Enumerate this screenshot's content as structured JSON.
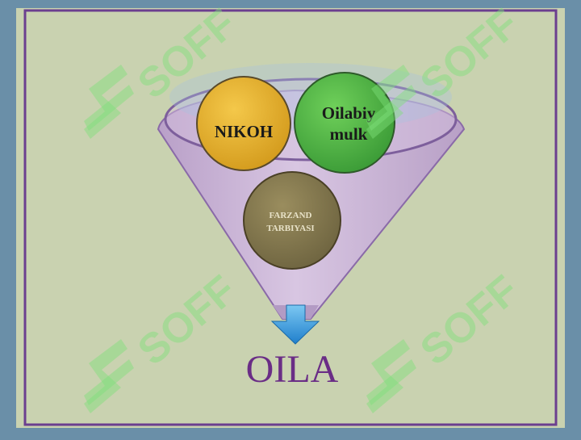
{
  "diagram": {
    "circles": [
      {
        "label_lines": [
          "NIKOH"
        ]
      },
      {
        "label_lines": [
          "Oilabiy",
          "mulk"
        ]
      },
      {
        "label_lines": [
          "FARZAND",
          "TARBIYASI"
        ]
      }
    ],
    "result_label": "OILA"
  },
  "watermark": {
    "text": "SOFF"
  },
  "colors": {
    "frame_outer": "#6a8fa8",
    "slide_background": "#c9d2b0",
    "border": "#6b3f8f",
    "funnel": "#c9b4d6",
    "circle_nikoh": "#e0b030",
    "circle_mulk": "#59b84a",
    "circle_farzand": "#8a7d4e",
    "arrow": "#3aa0e0",
    "result_text": "#6a2d86",
    "watermark": "#7ee07a"
  }
}
